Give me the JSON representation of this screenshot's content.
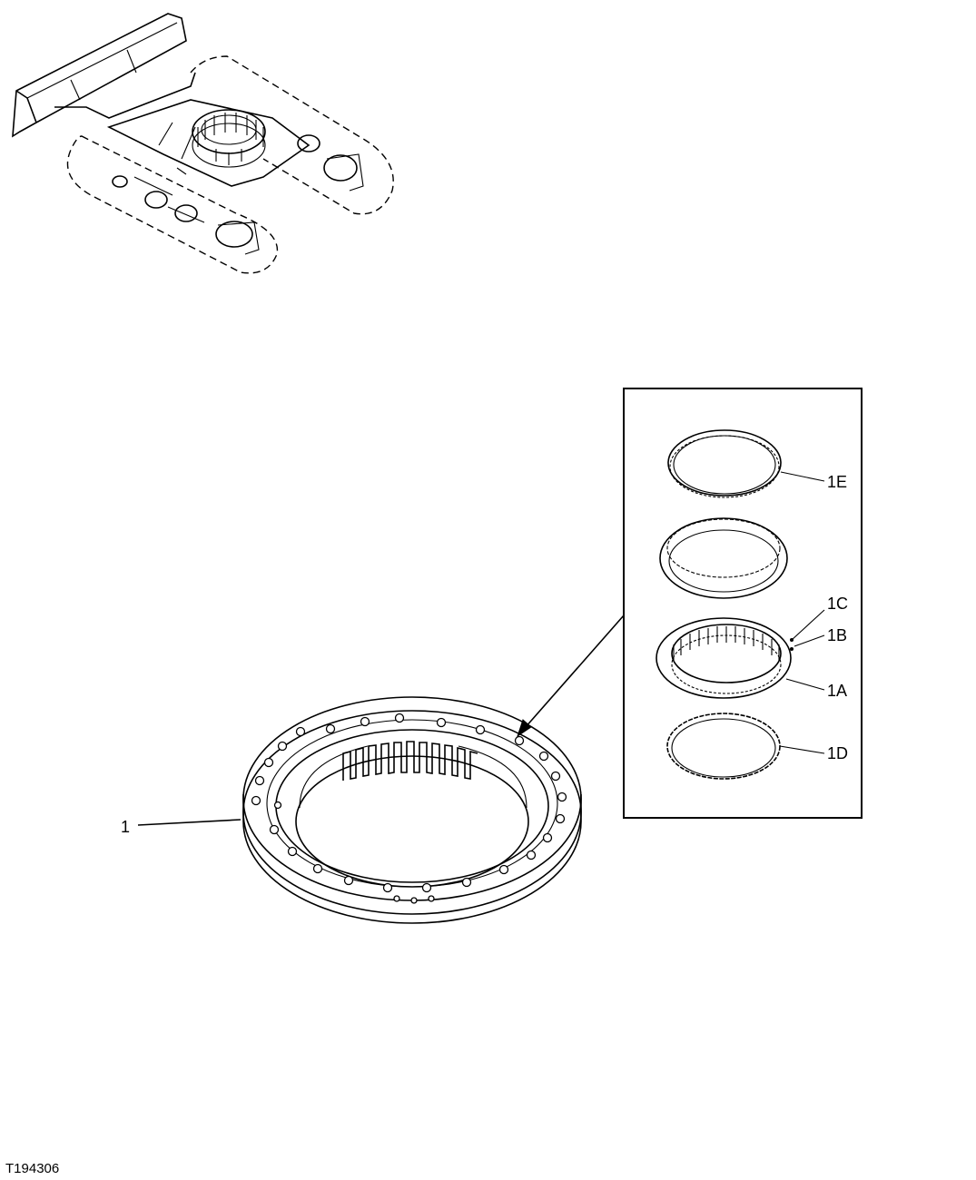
{
  "diagram": {
    "callouts": {
      "main_ring": "1",
      "seal_top": "1E",
      "cage_pin": "1C",
      "cage_ball": "1B",
      "bearing_race": "1A",
      "seal_bottom": "1D"
    },
    "figure_id": "T194306"
  }
}
